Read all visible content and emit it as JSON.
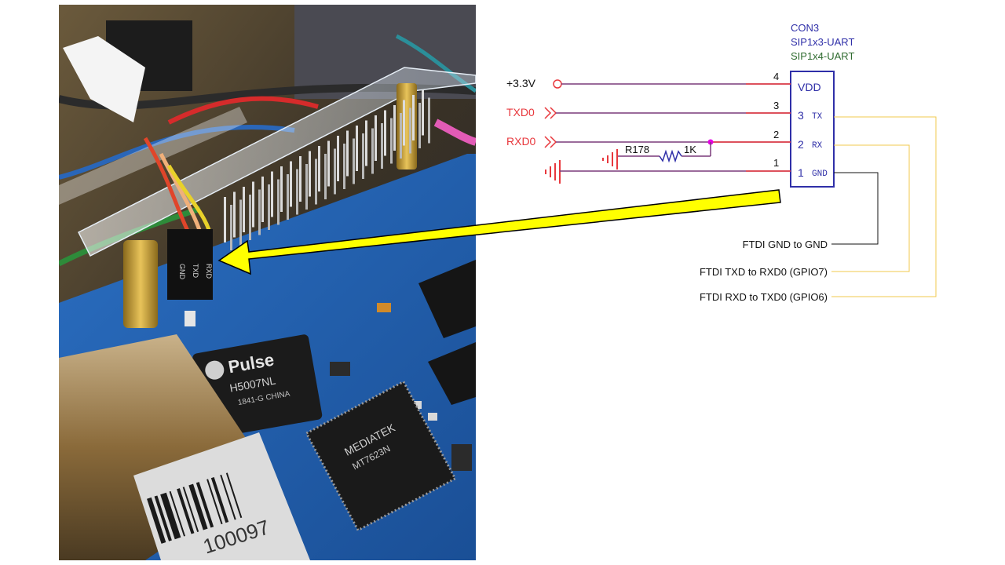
{
  "photo": {
    "header_labels": [
      "GND",
      "TXD",
      "RXD"
    ],
    "magjack_brand": "Pulse",
    "magjack_part": "H5007NL",
    "magjack_origin": "1841-G CHINA",
    "soc_brand": "MEDIATEK",
    "soc_part": "MT7623N",
    "barcode_digits": "100097"
  },
  "schematic": {
    "refdes": "CON3",
    "footprint_1": "SIP1x3-UART",
    "footprint_2": "SIP1x4-UART",
    "net_3v3": "+3.3V",
    "net_txd0": "TXD0",
    "net_rxd0": "RXD0",
    "resistor_ref": "R178",
    "resistor_value": "1K",
    "pin_numbers": [
      "4",
      "3",
      "2",
      "1"
    ],
    "pin_labels": [
      "TX",
      "RX",
      "GND"
    ],
    "pin_vdd_label": "VDD",
    "pin_inner_numbers": [
      "3",
      "2",
      "1"
    ]
  },
  "annotations": {
    "gnd_note": "FTDI GND to GND",
    "txd_note": "FTDI TXD to  RXD0 (GPIO7)",
    "rxd_note": "FTDI RXD to TXD0 (GPIO6)"
  },
  "colors": {
    "wire_red": "#e8383d",
    "wire_purple": "#7a3a7a",
    "component_blue": "#2f2fa8",
    "arrow_yellow": "#ffff00",
    "annotation_line_yellow": "#f2c94c",
    "footprint_green": "#2f6b2f",
    "pcb_blue": "#1e5fb0"
  }
}
